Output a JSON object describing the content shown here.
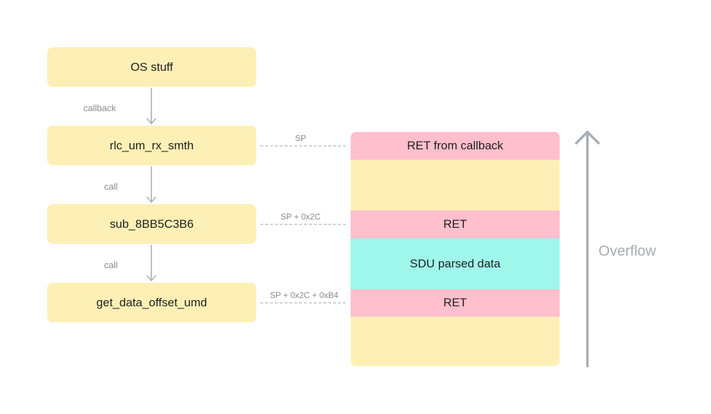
{
  "call_chain": {
    "frames": [
      {
        "label": "OS stuff"
      },
      {
        "label": "rlc_um_rx_smth"
      },
      {
        "label": "sub_8BB5C3B6"
      },
      {
        "label": "get_data_offset_umd"
      }
    ],
    "edges": [
      {
        "label": "callback"
      },
      {
        "label": "call"
      },
      {
        "label": "call"
      }
    ]
  },
  "pointers": [
    {
      "label": "SP"
    },
    {
      "label": "SP + 0x2C"
    },
    {
      "label": "SP + 0x2C + 0xB4"
    }
  ],
  "stack": {
    "segments": [
      {
        "kind": "ret",
        "label": "RET from callback"
      },
      {
        "kind": "fill",
        "label": ""
      },
      {
        "kind": "ret",
        "label": "RET"
      },
      {
        "kind": "data",
        "label": "SDU parsed data"
      },
      {
        "kind": "ret",
        "label": "RET"
      },
      {
        "kind": "fill",
        "label": ""
      }
    ]
  },
  "overflow": {
    "label": "Overflow"
  },
  "colors": {
    "frame_fill": "#fdf0b6",
    "ret_fill": "#ffbfcd",
    "data_fill": "#9ff7ec",
    "arrow": "#a5adb5",
    "connector": "#b5b5b5"
  }
}
